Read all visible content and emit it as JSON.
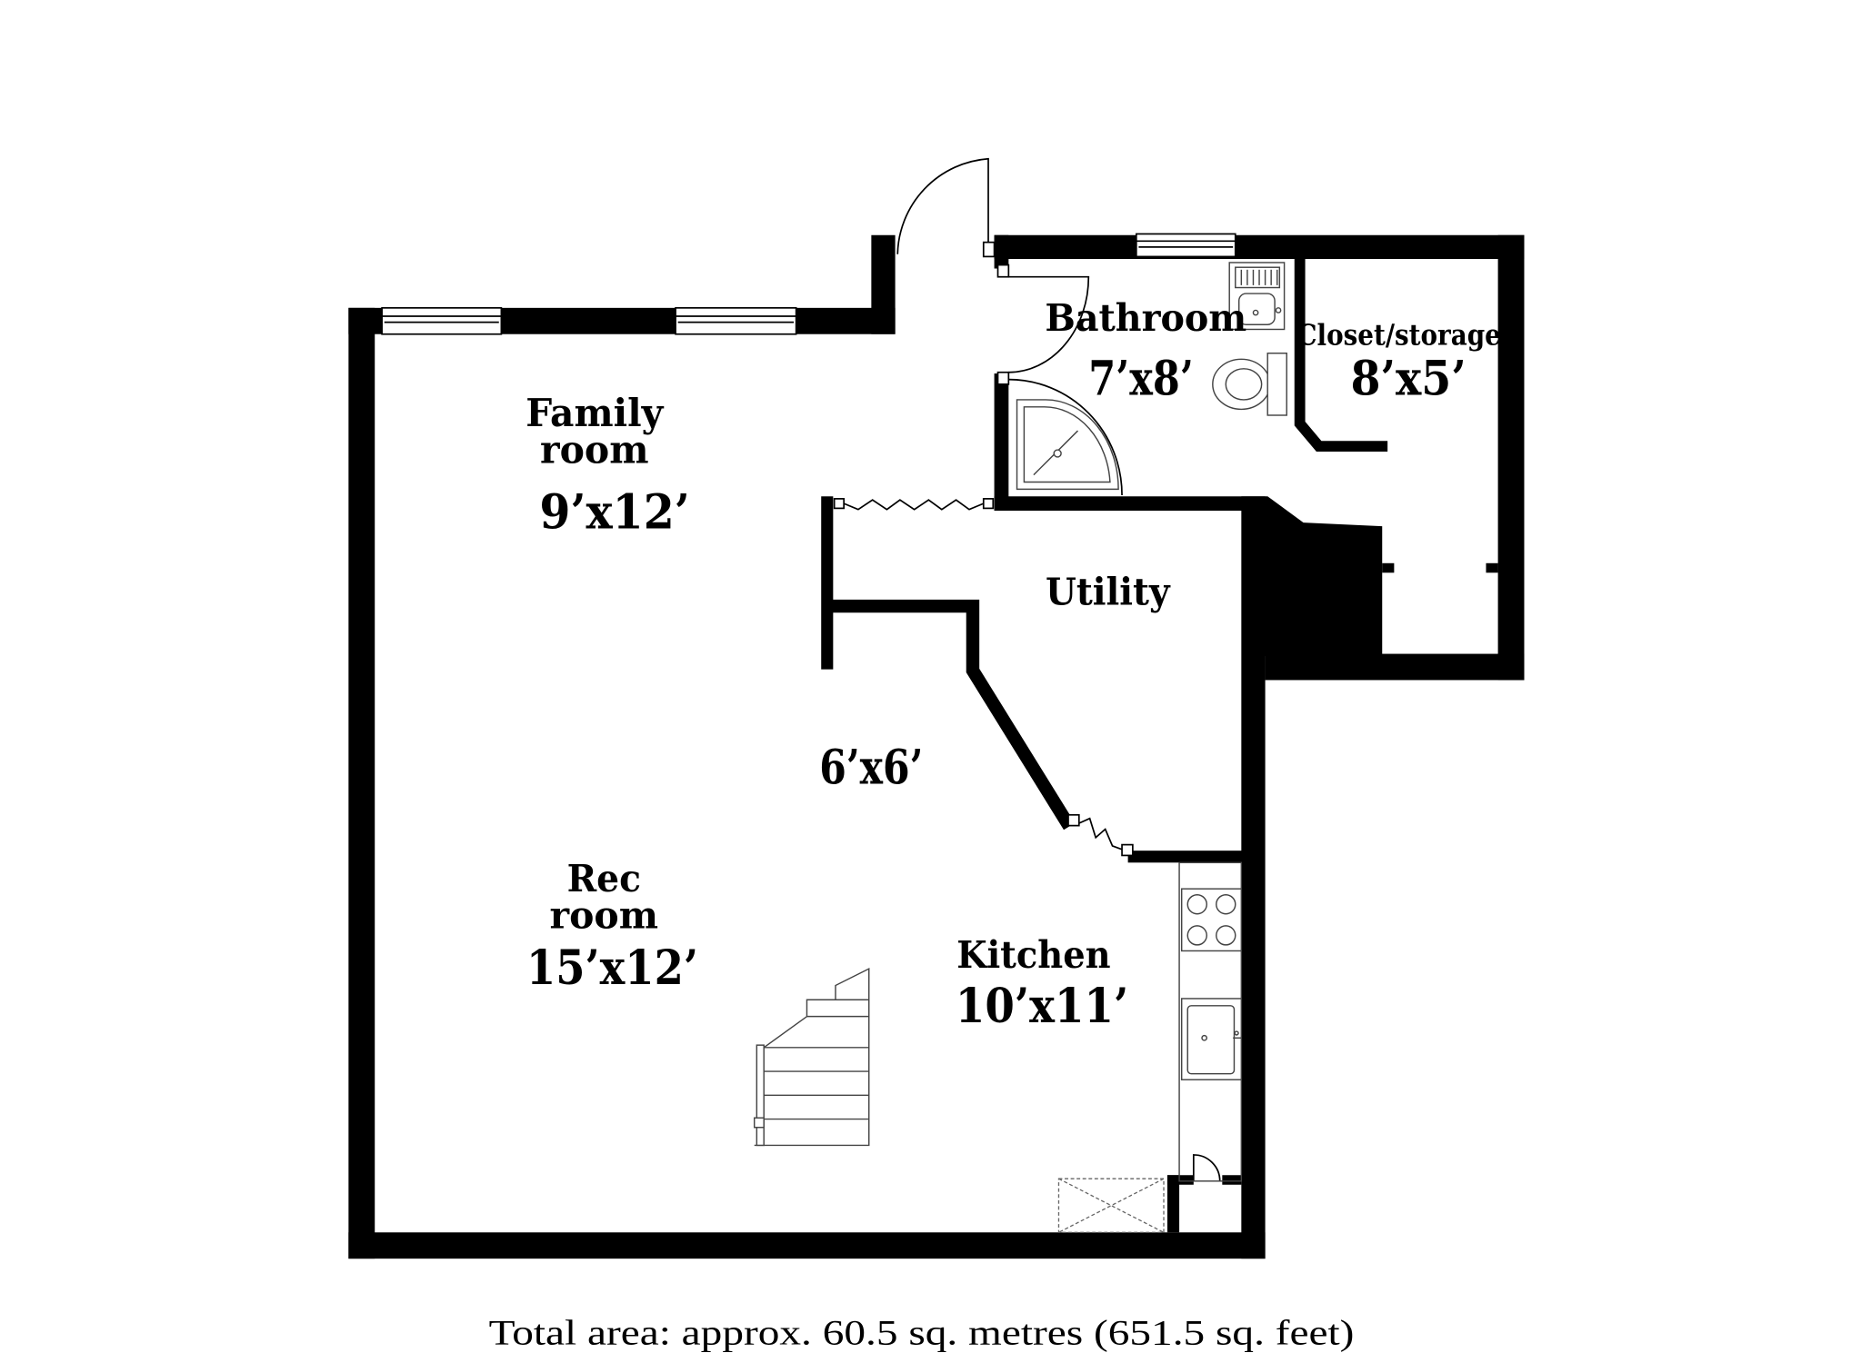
{
  "rooms": {
    "family_room": {
      "name_lines": [
        "Family",
        "room"
      ],
      "size": "9’x12’"
    },
    "bathroom": {
      "name": "Bathroom",
      "size": "7’x8’"
    },
    "closet_storage": {
      "name": "Closet/storage",
      "size": "8’x5’"
    },
    "utility": {
      "name": "Utility"
    },
    "hall": {
      "size": "6’x6’"
    },
    "rec_room": {
      "name_lines": [
        "Rec",
        "room"
      ],
      "size": "15’x12’"
    },
    "kitchen": {
      "name": "Kitchen",
      "size": "10’x11’"
    }
  },
  "footer": {
    "total_area": "Total area: approx. 60.5 sq. metres (651.5 sq. feet)"
  },
  "colors": {
    "wall": "#000000",
    "background": "#ffffff",
    "fixture_line": "#444444"
  },
  "fixtures": [
    "window-icon",
    "door-swing-icon",
    "folding-door-icon",
    "bathroom-sink-icon",
    "toilet-icon",
    "shower-icon",
    "stove-icon",
    "kitchen-sink-icon",
    "stairs-icon",
    "storage-box-icon"
  ]
}
